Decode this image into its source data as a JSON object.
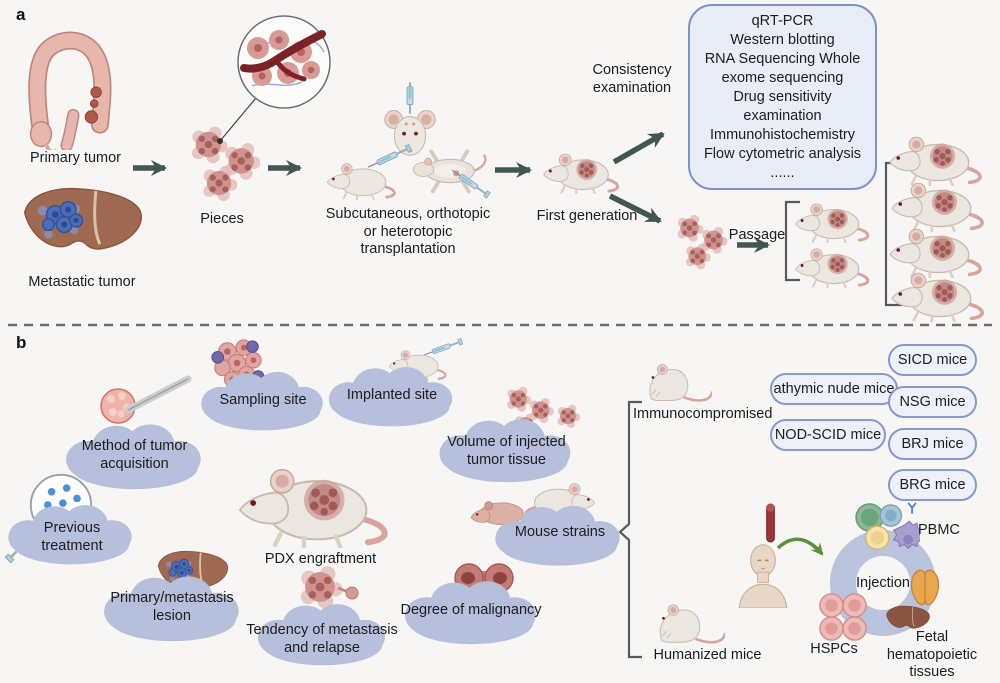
{
  "figure": {
    "type": "biorender-style scientific workflow diagram",
    "panels": [
      "a",
      "b"
    ]
  },
  "colors": {
    "background": "#f7f6f4",
    "cloud": "#b6bfdc",
    "box_fill": "#e9edf8",
    "box_border": "#7d92c7",
    "pill_fill": "#eef1f9",
    "pill_border": "#8599cc",
    "arrow": "#415852",
    "green_arrow": "#5d8f3d",
    "ring": "#b9c3de",
    "dashed_divider": "#6a6a6a"
  },
  "panel_a": {
    "label": "a",
    "primary_tumor": "Primary tumor",
    "metastatic_tumor": "Metastatic tumor",
    "pieces": "Pieces",
    "transplantation": "Subcutaneous, orthotopic or heterotopic transplantation",
    "first_generation": "First generation",
    "consistency": "Consistency examination",
    "passage": "Passage",
    "exam_box_lines": [
      "qRT-PCR",
      "Western blotting",
      "RNA Sequencing Whole",
      "exome sequencing",
      "Drug sensitivity",
      "examination",
      "Immunohistochemistry",
      "Flow cytometric analysis",
      "......"
    ]
  },
  "panel_b": {
    "label": "b",
    "cloud_labels": {
      "method": "Method of tumor acquisition",
      "sampling": "Sampling site",
      "implanted": "Implanted site",
      "volume": "Volume of injected tumor tissue",
      "previous": "Previous treatment",
      "lesion": "Primary/metastasis lesion",
      "tendency": "Tendency of metastasis and relapse",
      "degree": "Degree of malignancy",
      "strains": "Mouse strains"
    },
    "pdx_engraftment": "PDX engraftment",
    "immunocompromised": "Immunocompromised",
    "humanized_mice": "Humanized mice",
    "strain_pills": [
      "athymic nude mice",
      "NOD-SCID mice",
      "SICD mice",
      "NSG mice",
      "BRJ mice",
      "BRG mice"
    ],
    "humanization": {
      "pbmc": "PBMC",
      "injection": "Injection",
      "hspcs": "HSPCs",
      "fetal": "Fetal hematopoietic tissues"
    }
  },
  "icons": [
    "colon-icon",
    "liver-icon",
    "tumor-pieces-icon",
    "magnifier-cells-icon",
    "mouse-icon",
    "syringe-icon",
    "scalpel-icon",
    "dots-circle-icon",
    "human-icon",
    "blood-tube-icon",
    "pbmc-cells-icon",
    "hspc-cells-icon",
    "fetal-tissues-icon",
    "injection-ring-icon"
  ]
}
